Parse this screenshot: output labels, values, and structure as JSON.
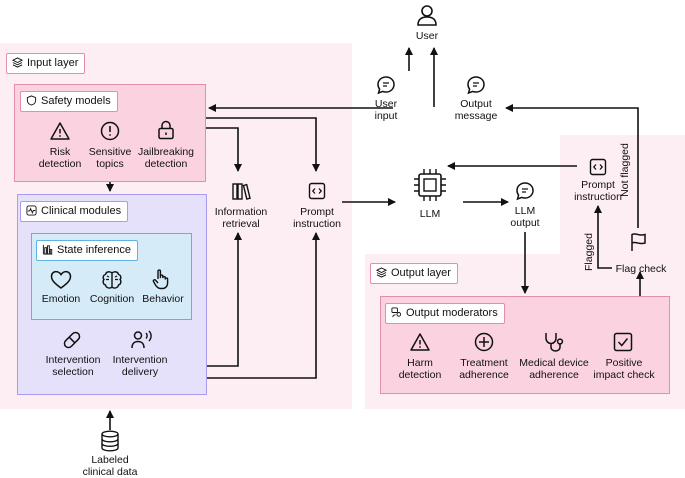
{
  "nodes": {
    "user": "User",
    "user_input": [
      "User",
      "input"
    ],
    "output_message": [
      "Output",
      "message"
    ],
    "information_retrieval": [
      "Information",
      "retrieval"
    ],
    "prompt_instruction_left": [
      "Prompt",
      "instruction"
    ],
    "llm": "LLM",
    "llm_output": [
      "LLM",
      "output"
    ],
    "prompt_instruction_right": [
      "Prompt",
      "instruction"
    ],
    "flag_check": "Flag check",
    "labeled_clinical_data": [
      "Labeled",
      "clinical data"
    ]
  },
  "edges": {
    "flagged": "Flagged",
    "not_flagged": "Not flagged"
  },
  "input_layer": {
    "title": "Input layer",
    "safety_models": {
      "title": "Safety models",
      "items": [
        {
          "label": [
            "Risk",
            "detection"
          ],
          "icon": "warning-triangle-icon"
        },
        {
          "label": [
            "Sensitive",
            "topics"
          ],
          "icon": "exclamation-circle-icon"
        },
        {
          "label": [
            "Jailbreaking",
            "detection"
          ],
          "icon": "lock-icon"
        }
      ]
    },
    "clinical_modules": {
      "title": "Clinical modules",
      "state_inference": {
        "title": "State inference",
        "items": [
          {
            "label": "Emotion",
            "icon": "heart-icon"
          },
          {
            "label": "Cognition",
            "icon": "brain-icon"
          },
          {
            "label": "Behavior",
            "icon": "pointing-hand-icon"
          }
        ]
      },
      "interventions": [
        {
          "label": [
            "Intervention",
            "selection"
          ],
          "icon": "pill-icon"
        },
        {
          "label": [
            "Intervention",
            "delivery"
          ],
          "icon": "speaking-person-icon"
        }
      ]
    }
  },
  "output_layer": {
    "title": "Output layer",
    "output_moderators": {
      "title": "Output moderators",
      "items": [
        {
          "label": [
            "Harm",
            "detection"
          ],
          "icon": "warning-triangle-icon"
        },
        {
          "label": [
            "Treatment",
            "adherence"
          ],
          "icon": "plus-circle-icon"
        },
        {
          "label": [
            "Medical device",
            "adherence"
          ],
          "icon": "stethoscope-icon"
        },
        {
          "label": [
            "Positive",
            "impact check"
          ],
          "icon": "check-square-icon"
        }
      ]
    }
  },
  "colors": {
    "layer_bg": "#fdeef3",
    "pink_box": "#fbd3e0",
    "pink_border": "#e58db0",
    "purple_box": "#e6e1fb",
    "purple_border": "#a99cf0",
    "blue_box": "#d5ecf8",
    "blue_border": "#5fb3e0",
    "arrow": "#111111"
  }
}
